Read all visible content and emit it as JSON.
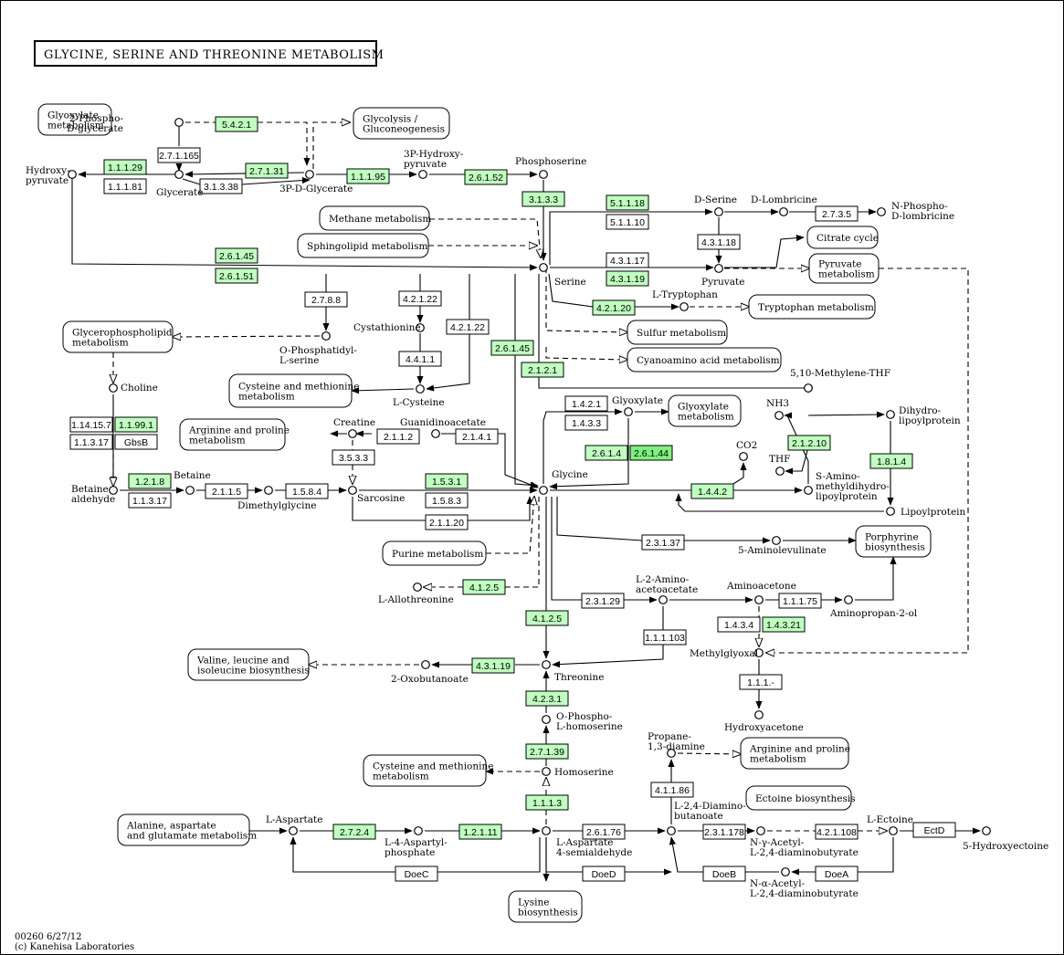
{
  "title": "GLYCINE, SERINE AND THREONINE METABOLISM",
  "footer": [
    "00260 6/27/12",
    "(c) Kanehisa Laboratories"
  ],
  "colors": {
    "highlight": "#bfffbf",
    "highlight_strong": "#7cf27c",
    "line": "#000000"
  },
  "maps": [
    {
      "id": "glyoxylate1",
      "label": [
        "Glyoxylate",
        "metabolism"
      ]
    },
    {
      "id": "glycolysis",
      "label": [
        "Glycolysis /",
        "Gluconeogenesis"
      ]
    },
    {
      "id": "methane",
      "label": [
        "Methane metabolism"
      ]
    },
    {
      "id": "sphingolipid",
      "label": [
        "Sphingolipid metabolism"
      ]
    },
    {
      "id": "citrate",
      "label": [
        "Citrate cycle"
      ]
    },
    {
      "id": "pyruvate",
      "label": [
        "Pyruvate",
        "metabolism"
      ]
    },
    {
      "id": "tryptophan",
      "label": [
        "Tryptophan metabolism"
      ]
    },
    {
      "id": "glycerophospholipid",
      "label": [
        "Glycerophospholipid",
        "metabolism"
      ]
    },
    {
      "id": "sulfur",
      "label": [
        "Sulfur metabolism"
      ]
    },
    {
      "id": "cyanoamino",
      "label": [
        "Cyanoamino acid metabolism"
      ]
    },
    {
      "id": "cysmet1",
      "label": [
        "Cysteine and methionine",
        "metabolism"
      ]
    },
    {
      "id": "glyoxylate2",
      "label": [
        "Glyoxylate",
        "metabolism"
      ]
    },
    {
      "id": "argpro1",
      "label": [
        "Arginine and proline",
        "metabolism"
      ]
    },
    {
      "id": "porphyrine",
      "label": [
        "Porphyrine",
        "biosynthesis"
      ]
    },
    {
      "id": "purine",
      "label": [
        "Purine metabolism"
      ]
    },
    {
      "id": "valine",
      "label": [
        "Valine, leucine and",
        "isoleucine biosynthesis"
      ]
    },
    {
      "id": "cysmet2",
      "label": [
        "Cysteine and methionine",
        "metabolism"
      ]
    },
    {
      "id": "argpro2",
      "label": [
        "Arginine and proline",
        "metabolism"
      ]
    },
    {
      "id": "ectoine",
      "label": [
        "Ectoine biosynthesis"
      ]
    },
    {
      "id": "alanine",
      "label": [
        "Alanine, aspartate",
        "and glutamate metabolism"
      ]
    },
    {
      "id": "lysine",
      "label": [
        "Lysine",
        "biosynthesis"
      ]
    }
  ],
  "enzymes": [
    {
      "id": "e5421",
      "label": "5.4.2.1",
      "hl": true
    },
    {
      "id": "e27165",
      "label": "2.7.1.165",
      "hl": false
    },
    {
      "id": "e11129",
      "label": "1.1.1.29",
      "hl": true
    },
    {
      "id": "e11181",
      "label": "1.1.1.81",
      "hl": false
    },
    {
      "id": "e27131",
      "label": "2.7.1.31",
      "hl": true
    },
    {
      "id": "e31338",
      "label": "3.1.3.38",
      "hl": false
    },
    {
      "id": "e11195",
      "label": "1.1.1.95",
      "hl": true
    },
    {
      "id": "e26152",
      "label": "2.6.1.52",
      "hl": true
    },
    {
      "id": "e3133",
      "label": "3.1.3.3",
      "hl": true
    },
    {
      "id": "e51118",
      "label": "5.1.1.18",
      "hl": true
    },
    {
      "id": "e51110",
      "label": "5.1.1.10",
      "hl": false
    },
    {
      "id": "e2735",
      "label": "2.7.3.5",
      "hl": false
    },
    {
      "id": "e43118",
      "label": "4.3.1.18",
      "hl": false
    },
    {
      "id": "e43117",
      "label": "4.3.1.17",
      "hl": false
    },
    {
      "id": "e43119a",
      "label": "4.3.1.19",
      "hl": true
    },
    {
      "id": "e26145a",
      "label": "2.6.1.45",
      "hl": true
    },
    {
      "id": "e26151",
      "label": "2.6.1.51",
      "hl": true
    },
    {
      "id": "e2788",
      "label": "2.7.8.8",
      "hl": false
    },
    {
      "id": "e42122a",
      "label": "4.2.1.22",
      "hl": false
    },
    {
      "id": "e42122b",
      "label": "4.2.1.22",
      "hl": false
    },
    {
      "id": "e42120",
      "label": "4.2.1.20",
      "hl": true
    },
    {
      "id": "e4411",
      "label": "4.4.1.1",
      "hl": false
    },
    {
      "id": "e26145b",
      "label": "2.6.1.45",
      "hl": true
    },
    {
      "id": "e2121",
      "label": "2.1.2.1",
      "hl": true
    },
    {
      "id": "e14157",
      "label": "1.14.15.7",
      "hl": false
    },
    {
      "id": "e11991",
      "label": "1.1.99.1",
      "hl": true
    },
    {
      "id": "e11317a",
      "label": "1.1.3.17",
      "hl": false
    },
    {
      "id": "egbsb",
      "label": "GbsB",
      "hl": false
    },
    {
      "id": "e2112",
      "label": "2.1.1.2",
      "hl": false
    },
    {
      "id": "e2141",
      "label": "2.1.4.1",
      "hl": false
    },
    {
      "id": "e3533",
      "label": "3.5.3.3",
      "hl": false
    },
    {
      "id": "e1421",
      "label": "1.4.2.1",
      "hl": false
    },
    {
      "id": "e1433",
      "label": "1.4.3.3",
      "hl": false
    },
    {
      "id": "e2614",
      "label": "2.6.1.4",
      "hl": true
    },
    {
      "id": "e26144",
      "label": "2.6.1.44",
      "hl2": true,
      "hl": true
    },
    {
      "id": "e21210",
      "label": "2.1.2.10",
      "hl": true
    },
    {
      "id": "e1814",
      "label": "1.8.1.4",
      "hl": true
    },
    {
      "id": "e1442",
      "label": "1.4.4.2",
      "hl": true
    },
    {
      "id": "e1218",
      "label": "1.2.1.8",
      "hl": true
    },
    {
      "id": "e11317b",
      "label": "1.1.3.17",
      "hl": false
    },
    {
      "id": "e2115",
      "label": "2.1.1.5",
      "hl": false
    },
    {
      "id": "e1584",
      "label": "1.5.8.4",
      "hl": false
    },
    {
      "id": "e1531",
      "label": "1.5.3.1",
      "hl": true
    },
    {
      "id": "e1583",
      "label": "1.5.8.3",
      "hl": false
    },
    {
      "id": "e21120",
      "label": "2.1.1.20",
      "hl": false
    },
    {
      "id": "e23137",
      "label": "2.3.1.37",
      "hl": false
    },
    {
      "id": "e4125a",
      "label": "4.1.2.5",
      "hl": true
    },
    {
      "id": "e4125b",
      "label": "4.1.2.5",
      "hl": true
    },
    {
      "id": "e23129",
      "label": "2.3.1.29",
      "hl": false
    },
    {
      "id": "e11175",
      "label": "1.1.1.75",
      "hl": false
    },
    {
      "id": "e1434",
      "label": "1.4.3.4",
      "hl": false
    },
    {
      "id": "e14321",
      "label": "1.4.3.21",
      "hl": true
    },
    {
      "id": "e111103",
      "label": "1.1.1.103",
      "hl": false
    },
    {
      "id": "e43119b",
      "label": "4.3.1.19",
      "hl": true
    },
    {
      "id": "e111m",
      "label": "1.1.1.-",
      "hl": false
    },
    {
      "id": "e4231",
      "label": "4.2.3.1",
      "hl": true
    },
    {
      "id": "e27139",
      "label": "2.7.1.39",
      "hl": true
    },
    {
      "id": "e41186",
      "label": "4.1.1.86",
      "hl": false
    },
    {
      "id": "e1113",
      "label": "1.1.1.3",
      "hl": true
    },
    {
      "id": "e2724",
      "label": "2.7.2.4",
      "hl": true
    },
    {
      "id": "e12111",
      "label": "1.2.1.11",
      "hl": true
    },
    {
      "id": "e26176",
      "label": "2.6.1.76",
      "hl": false
    },
    {
      "id": "e231178",
      "label": "2.3.1.178",
      "hl": false
    },
    {
      "id": "e421108",
      "label": "4.2.1.108",
      "hl": false
    },
    {
      "id": "eectd",
      "label": "EctD",
      "hl": false
    },
    {
      "id": "edoec",
      "label": "DoeC",
      "hl": false
    },
    {
      "id": "edoed",
      "label": "DoeD",
      "hl": false
    },
    {
      "id": "edoeb",
      "label": "DoeB",
      "hl": false
    },
    {
      "id": "edoea",
      "label": "DoeA",
      "hl": false
    }
  ],
  "compounds": [
    {
      "id": "phosphoglycerate2",
      "label": [
        "2-Phospho-",
        "D-glycerate"
      ]
    },
    {
      "id": "hydroxypyruvate",
      "label": [
        "Hydroxy-",
        "pyruvate"
      ]
    },
    {
      "id": "glycerate",
      "label": [
        "Glycerate"
      ]
    },
    {
      "id": "pdglycerate3",
      "label": [
        "3P-D-Glycerate"
      ]
    },
    {
      "id": "phydroxypyruvate3",
      "label": [
        "3P-Hydroxy-",
        "pyruvate"
      ]
    },
    {
      "id": "phosphoserine",
      "label": [
        "Phosphoserine"
      ]
    },
    {
      "id": "dserine",
      "label": [
        "D-Serine"
      ]
    },
    {
      "id": "dlombricine",
      "label": [
        "D-Lombricine"
      ]
    },
    {
      "id": "nphosphodlombricine",
      "label": [
        "N-Phospho-",
        "D-lombricine"
      ]
    },
    {
      "id": "serine",
      "label": [
        "Serine"
      ]
    },
    {
      "id": "pyruvate",
      "label": [
        "Pyruvate"
      ]
    },
    {
      "id": "ltryptophan",
      "label": [
        "L-Tryptophan"
      ]
    },
    {
      "id": "cystathionine",
      "label": [
        "Cystathionine"
      ]
    },
    {
      "id": "ophosphatidyllserine",
      "label": [
        "O-Phosphatidyl-",
        "L-serine"
      ]
    },
    {
      "id": "choline",
      "label": [
        "Choline"
      ]
    },
    {
      "id": "lcysteine",
      "label": [
        "L-Cysteine"
      ]
    },
    {
      "id": "methylenethf",
      "label": [
        "5,10-Methylene-THF"
      ]
    },
    {
      "id": "nh3",
      "label": [
        "NH3"
      ]
    },
    {
      "id": "dihydrolipoylprotein",
      "label": [
        "Dihydro-",
        "lipoylprotein"
      ]
    },
    {
      "id": "creatine",
      "label": [
        "Creatine"
      ]
    },
    {
      "id": "guanidinoacetate",
      "label": [
        "Guanidinoacetate"
      ]
    },
    {
      "id": "glyoxylate",
      "label": [
        "Glyoxylate"
      ]
    },
    {
      "id": "co2",
      "label": [
        "CO2"
      ]
    },
    {
      "id": "thf",
      "label": [
        "THF"
      ]
    },
    {
      "id": "samino",
      "label": [
        "S-Amino-",
        "methyldihydro-",
        "lipoylprotein"
      ]
    },
    {
      "id": "lipoylprotein",
      "label": [
        "Lipoylprotein"
      ]
    },
    {
      "id": "betainealdehyde",
      "label": [
        "Betaine",
        "aldehyde"
      ]
    },
    {
      "id": "betaine",
      "label": [
        "Betaine"
      ]
    },
    {
      "id": "dimethylglycine",
      "label": [
        "Dimethylglycine"
      ]
    },
    {
      "id": "sarcosine",
      "label": [
        "Sarcosine"
      ]
    },
    {
      "id": "glycine",
      "label": [
        "Glycine"
      ]
    },
    {
      "id": "aminolevulinate",
      "label": [
        "5-Aminolevulinate"
      ]
    },
    {
      "id": "lallothreonine",
      "label": [
        "L-Allothreonine"
      ]
    },
    {
      "id": "lamino2",
      "label": [
        "L-2-Amino-",
        "acetoacetate"
      ]
    },
    {
      "id": "aminoacetone",
      "label": [
        "Aminoacetone"
      ]
    },
    {
      "id": "aminopropanol",
      "label": [
        "Aminopropan-2-ol"
      ]
    },
    {
      "id": "methylglyoxal",
      "label": [
        "Methylglyoxal"
      ]
    },
    {
      "id": "oxobutanoate",
      "label": [
        "2-Oxobutanoate"
      ]
    },
    {
      "id": "threonine",
      "label": [
        "Threonine"
      ]
    },
    {
      "id": "hydroxyacetone",
      "label": [
        "Hydroxyacetone"
      ]
    },
    {
      "id": "ophospholhomoserine",
      "label": [
        "O-Phospho-",
        "L-homoserine"
      ]
    },
    {
      "id": "propanediamine",
      "label": [
        "Propane-",
        "1,3-diamine"
      ]
    },
    {
      "id": "homoserine",
      "label": [
        "Homoserine"
      ]
    },
    {
      "id": "laspartate",
      "label": [
        "L-Aspartate"
      ]
    },
    {
      "id": "l4aspartylphosphate",
      "label": [
        "L-4-Aspartyl-",
        "phosphate"
      ]
    },
    {
      "id": "laspartate4sa",
      "label": [
        "L-Aspartate",
        "4-semialdehyde"
      ]
    },
    {
      "id": "l24diamino",
      "label": [
        "L-2,4-Diamino-",
        "butanoate"
      ]
    },
    {
      "id": "nyacetyl",
      "label": [
        "N-γ-Acetyl-",
        "L-2,4-diaminobutyrate"
      ]
    },
    {
      "id": "naacetyl",
      "label": [
        "N-α-Acetyl-",
        "L-2,4-diaminobutyrate"
      ]
    },
    {
      "id": "lectoine",
      "label": [
        "L-Ectoine"
      ]
    },
    {
      "id": "hydroxyectoine",
      "label": [
        "5-Hydroxyectoine"
      ]
    }
  ]
}
